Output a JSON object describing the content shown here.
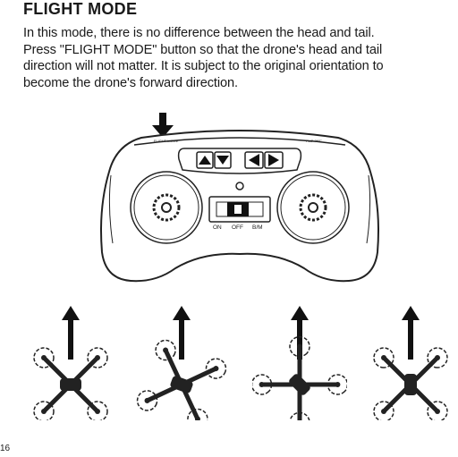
{
  "heading": "FLIGHT MODE",
  "paragraph_lines": [
    "In this mode, there is no difference between the head and tail.",
    "Press \"FLIGHT MODE\" button so that the drone's head and tail",
    "direction will not matter. It is subject to the original orientation to",
    "become the drone's forward direction."
  ],
  "controller": {
    "flight_mode_label": "FLIGHT MODE",
    "flip_label": "FLIP 360°",
    "switch_labels": [
      "ON",
      "OFF",
      "B/M"
    ]
  },
  "drone_orientations_deg": [
    0,
    20,
    45,
    90
  ],
  "page_number": "16"
}
